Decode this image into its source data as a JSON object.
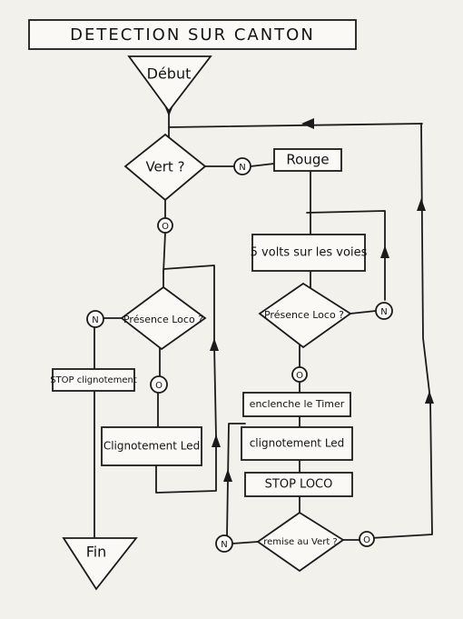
{
  "title": "DETECTION SUR CANTON",
  "nodes": {
    "debut": "Début",
    "vert": "Vert ?",
    "rouge": "Rouge",
    "five_volts": "5 volts sur les voies",
    "presence_left": "Présence Loco ?",
    "presence_right": "Présence Loco ?",
    "stop_clignotement": "STOP clignotement",
    "clignotement_left": "Clignotement Led",
    "enclenche_timer": "enclenche le Timer",
    "clignotement_right": "clignotement Led",
    "stop_loco": "STOP LOCO",
    "remise_vert": "remise au Vert ?",
    "fin": "Fin"
  },
  "connectors": {
    "n_vert": "N",
    "o_vert": "O",
    "n_presence_left": "N",
    "o_presence_left": "O",
    "n_presence_right": "N",
    "o_presence_right": "O",
    "n_remise": "N",
    "o_remise": "O"
  }
}
